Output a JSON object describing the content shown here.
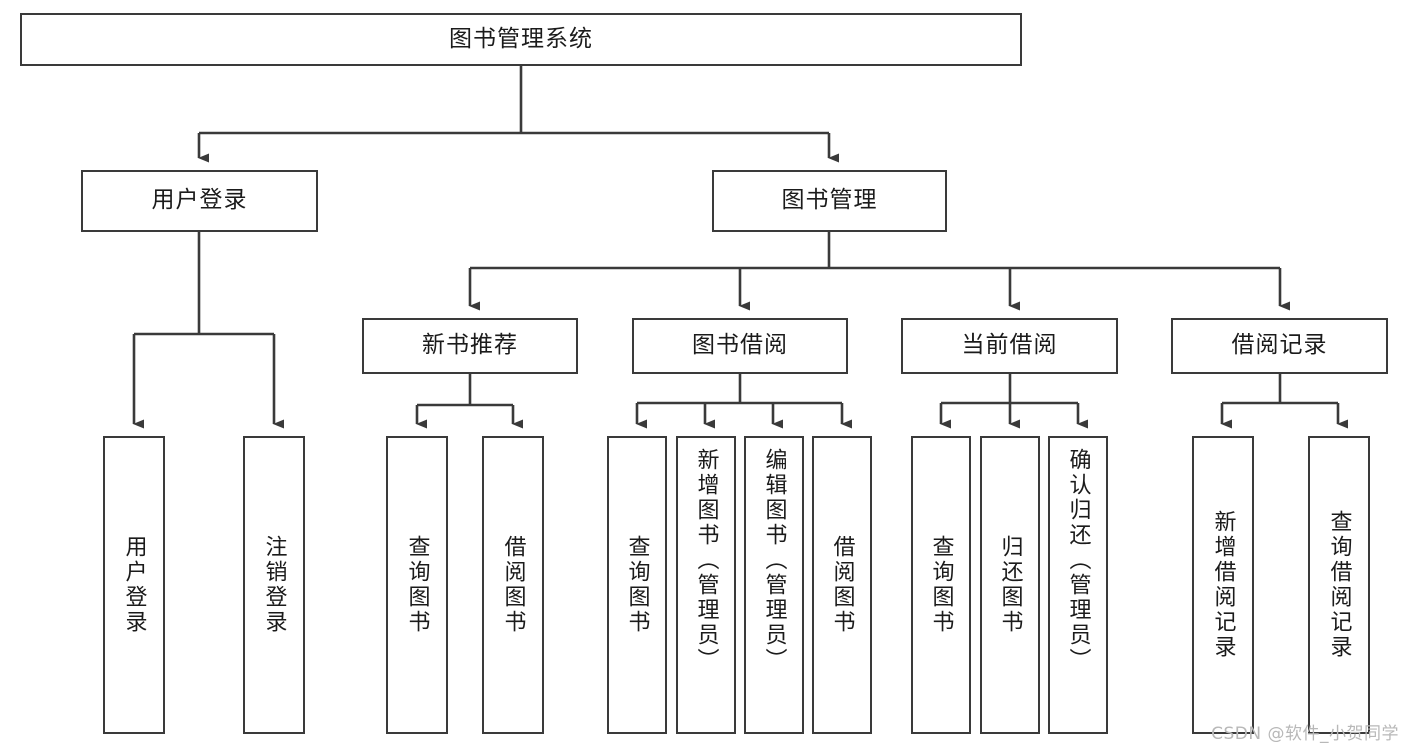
{
  "diagram": {
    "title": "图书管理系统",
    "style": {
      "line_color": "#3a3a3a",
      "box_border_color": "#3a3a3a",
      "box_fill": "#ffffff",
      "background": "#ffffff",
      "text_color": "#1b1b1b",
      "watermark_color": "#b8b8b8"
    },
    "root": {
      "id": "root",
      "label": "图书管理系统"
    },
    "level1": [
      {
        "id": "user-login",
        "label": "用户登录"
      },
      {
        "id": "book-manage",
        "label": "图书管理"
      }
    ],
    "level2": [
      {
        "id": "new-book-rec",
        "label": "新书推荐",
        "parent": "book-manage"
      },
      {
        "id": "book-borrow",
        "label": "图书借阅",
        "parent": "book-manage"
      },
      {
        "id": "current-borrow",
        "label": "当前借阅",
        "parent": "book-manage"
      },
      {
        "id": "borrow-record",
        "label": "借阅记录",
        "parent": "book-manage"
      }
    ],
    "leaves": [
      {
        "id": "leaf-user-login",
        "label": "用户登录",
        "parent": "user-login"
      },
      {
        "id": "leaf-user-logout",
        "label": "注销登录",
        "parent": "user-login"
      },
      {
        "id": "leaf-rec-query",
        "label": "查询图书",
        "parent": "new-book-rec"
      },
      {
        "id": "leaf-rec-borrow",
        "label": "借阅图书",
        "parent": "new-book-rec"
      },
      {
        "id": "leaf-borrow-query",
        "label": "查询图书",
        "parent": "book-borrow"
      },
      {
        "id": "leaf-borrow-add",
        "label": "新增图书（管理员）",
        "parent": "book-borrow"
      },
      {
        "id": "leaf-borrow-edit",
        "label": "编辑图书（管理员）",
        "parent": "book-borrow"
      },
      {
        "id": "leaf-borrow-do",
        "label": "借阅图书",
        "parent": "book-borrow"
      },
      {
        "id": "leaf-cur-query",
        "label": "查询图书",
        "parent": "current-borrow"
      },
      {
        "id": "leaf-cur-return",
        "label": "归还图书",
        "parent": "current-borrow"
      },
      {
        "id": "leaf-cur-confirm",
        "label": "确认归还（管理员）",
        "parent": "current-borrow"
      },
      {
        "id": "leaf-rec-add",
        "label": "新增借阅记录",
        "parent": "borrow-record"
      },
      {
        "id": "leaf-rec-search",
        "label": "查询借阅记录",
        "parent": "borrow-record"
      }
    ]
  },
  "watermark": {
    "text": "CSDN @软件_小贺同学"
  }
}
